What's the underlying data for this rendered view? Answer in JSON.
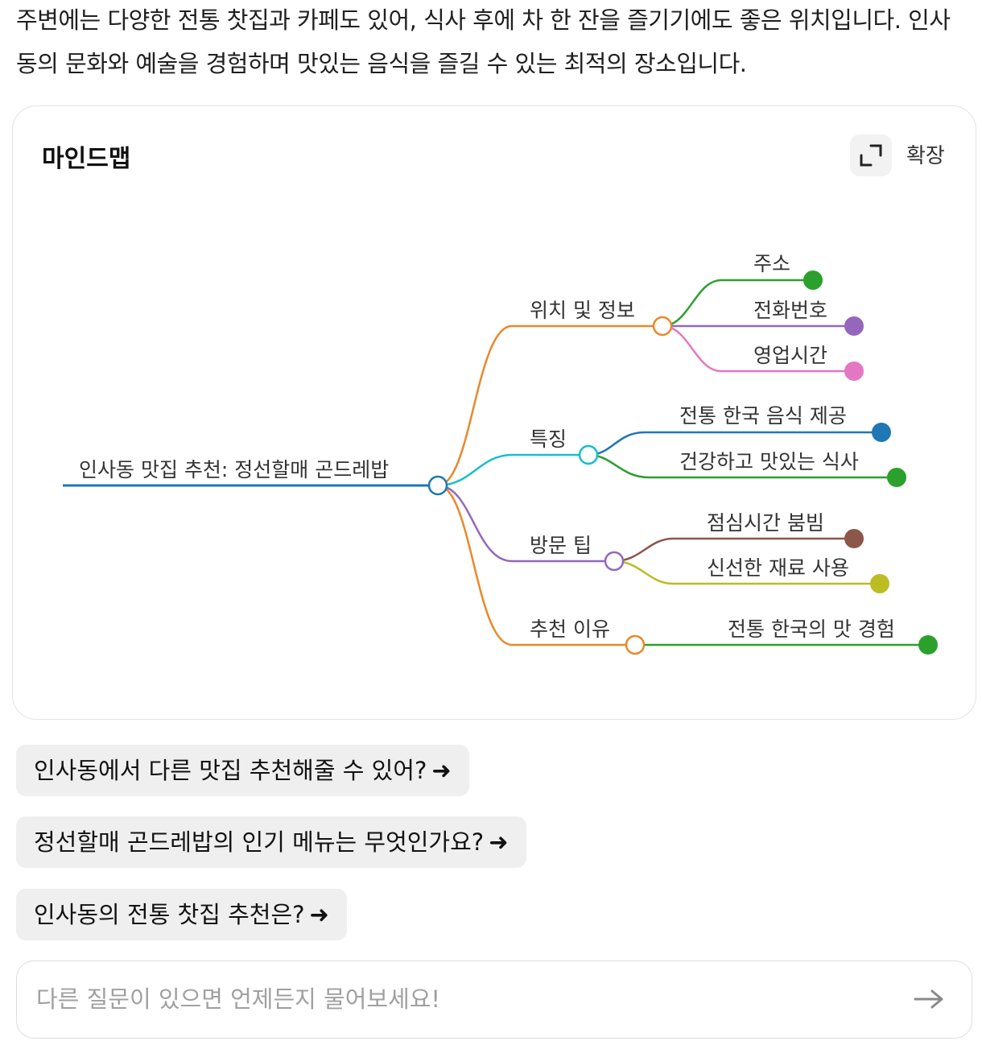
{
  "intro_text": "주변에는 다양한 전통 찻집과 카페도 있어, 식사 후에 차 한 잔을 즐기기에도 좋은 위치입니다. 인사동의 문화와 예술을 경험하며 맛있는 음식을 즐길 수 있는 최적의 장소입니다.",
  "mindmap": {
    "title": "마인드맵",
    "expand_label": "확장",
    "root": "인사동 맛집 추천: 정선할매 곤드레밥",
    "branches": [
      {
        "label": "위치 및 정보",
        "color": "#e8892b",
        "children": [
          {
            "label": "주소",
            "color": "#2ca02c"
          },
          {
            "label": "전화번호",
            "color": "#9467bd"
          },
          {
            "label": "영업시간",
            "color": "#e377c2"
          }
        ]
      },
      {
        "label": "특징",
        "color": "#17becf",
        "children": [
          {
            "label": "전통 한국 음식 제공",
            "color": "#1f77b4"
          },
          {
            "label": "건강하고 맛있는 식사",
            "color": "#2ca02c"
          }
        ]
      },
      {
        "label": "방문 팁",
        "color": "#9467bd",
        "children": [
          {
            "label": "점심시간 붐빔",
            "color": "#8c564b"
          },
          {
            "label": "신선한 재료 사용",
            "color": "#bcbd22"
          }
        ]
      },
      {
        "label": "추천 이유",
        "color": "#e8892b",
        "children": [
          {
            "label": "전통 한국의 맛 경험",
            "color": "#2ca02c"
          }
        ]
      }
    ],
    "root_color": "#1f77b4"
  },
  "suggestions": [
    {
      "text": "인사동에서 다른 맛집 추천해줄 수 있어?",
      "arrow": "➜"
    },
    {
      "text": "정선할매 곤드레밥의 인기 메뉴는 무엇인가요?",
      "arrow": "➜"
    },
    {
      "text": "인사동의 전통 찻집 추천은?",
      "arrow": "➜"
    }
  ],
  "input": {
    "placeholder": "다른 질문이 있으면 언제든지 물어보세요!",
    "value": ""
  }
}
